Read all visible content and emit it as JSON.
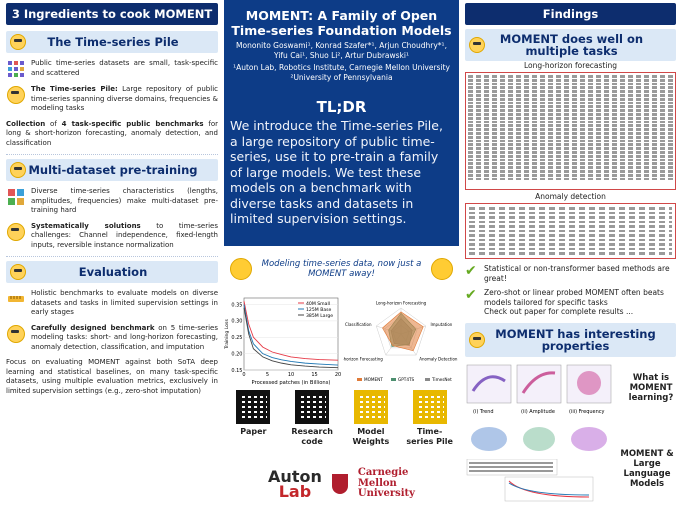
{
  "left": {
    "header": "3 Ingredients to cook MOMENT",
    "pile": {
      "heading": "The Time-series Pile",
      "p1": "Public time-series datasets are small, task-specific and scattered",
      "p2_bold": "The Time-series Pile:",
      "p2": " Large repository of public time-series spanning diverse domains, frequencies & modeling tasks",
      "p3_a": "Collection",
      "p3_b": " of ",
      "p3_c": "4 task-specific public benchmarks",
      "p3_d": " for long & short-horizon forecasting, anomaly detection, and classification"
    },
    "multi": {
      "heading": "Multi-dataset pre-training",
      "p1": "Diverse time-series characteristics (lengths, amplitudes, frequencies) make multi-dataset pre-training hard",
      "p2_bold": "Systematically solutions",
      "p2": " to time-series challenges: Channel independence, fixed-length inputs, reversible instance normalization"
    },
    "eval": {
      "heading": "Evaluation",
      "p1": "Holistic benchmarks to evaluate models on diverse datasets and tasks in limited supervision settings in early stages",
      "p2_bold": "Carefully designed benchmark",
      "p2": " on 5 time-series modeling tasks: short- and long-horizon forecasting, anomaly detection, classification, and imputation",
      "p3": "Focus on evaluating MOMENT against both SoTA deep learning and statistical baselines, on many task-specific datasets, using multiple evaluation metrics, exclusively in limited supervision settings (e.g., zero-shot imputation)"
    }
  },
  "mid": {
    "title": "MOMENT: A Family of Open Time-series Foundation Models",
    "authors": "Mononito Goswami¹, Konrad Szafer*¹, Arjun Choudhry*¹, Yifu Cai¹, Shuo Li², Artur Dubrawski¹",
    "affiliations": "¹Auton Lab, Robotics Institute, Carnegie Mellon University ²University of Pennsylvania",
    "tldr_label": "TL;DR",
    "tldr": "We introduce the Time-series Pile, a large repository of public time-series, use it to pre-train a family of large models. We test these models on a benchmark with diverse tasks and datasets in limited supervision settings.",
    "quote": "Modeling time-series data, now just a MOMENT away!",
    "qr_labels": [
      "Paper",
      "Research code",
      "Model Weights",
      "Time-series Pile"
    ],
    "logo_auton_1": "Auton",
    "logo_auton_2": "Lab",
    "logo_cmu_1": "Carnegie",
    "logo_cmu_2": "Mellon",
    "logo_cmu_3": "University"
  },
  "chart_data": [
    {
      "type": "line",
      "title": "",
      "xlabel": "Processed patches (in Billions)",
      "ylabel": "Training Loss",
      "y_ticks": [
        "0.35",
        "0.30",
        "0.25",
        "0.20",
        "0.15"
      ],
      "x_ticks": [
        "0",
        "5",
        "10",
        "15",
        "20"
      ],
      "xlim": [
        0,
        20
      ],
      "ylim": [
        0.15,
        0.37
      ],
      "series": [
        {
          "name": "40M Small",
          "color": "#e63946",
          "x": [
            0,
            1,
            2,
            4,
            6,
            8,
            10,
            13,
            16,
            20
          ],
          "y": [
            0.36,
            0.29,
            0.25,
            0.22,
            0.205,
            0.197,
            0.19,
            0.185,
            0.182,
            0.18
          ]
        },
        {
          "name": "125M Base",
          "color": "#1f77b4",
          "x": [
            0,
            1,
            2,
            4,
            6,
            8,
            10,
            13,
            16,
            20
          ],
          "y": [
            0.35,
            0.27,
            0.23,
            0.2,
            0.188,
            0.181,
            0.176,
            0.171,
            0.168,
            0.165
          ]
        },
        {
          "name": "385M Large",
          "color": "#444444",
          "x": [
            0,
            1,
            2,
            4,
            6,
            8,
            10,
            13,
            16,
            20
          ],
          "y": [
            0.34,
            0.26,
            0.215,
            0.19,
            0.178,
            0.171,
            0.166,
            0.162,
            0.159,
            0.157
          ]
        }
      ],
      "legend": "top-right"
    },
    {
      "type": "radar",
      "axes": [
        "Long-horizon Forecasting",
        "Imputation",
        "Anomaly Detection",
        "Short-horizon Forecasting",
        "Classification"
      ],
      "series": [
        {
          "name": "MOMENT",
          "color": "#e07b39",
          "values": [
            0.85,
            0.9,
            0.8,
            0.55,
            0.75
          ]
        },
        {
          "name": "GPT4TS",
          "color": "#4d8f6f",
          "values": [
            0.8,
            0.6,
            0.5,
            0.6,
            0.5
          ]
        },
        {
          "name": "TimesNet",
          "color": "#8a8a8a",
          "values": [
            0.6,
            0.45,
            0.55,
            0.45,
            0.4
          ]
        }
      ],
      "legend": "bottom"
    }
  ],
  "right": {
    "header": "Findings",
    "f1_heading": "MOMENT does well on multiple tasks",
    "lh_caption": "Long-horizon forecasting",
    "ad_caption": "Anomaly detection",
    "checks": [
      "Statistical or non-transformer based methods are great!",
      "Zero-shot or linear probed MOMENT often beats models tailored for specific tasks"
    ],
    "check_extra": "Check out paper for complete results ...",
    "f2_heading": "MOMENT has interesting properties",
    "fig_caps": [
      "(i) Trend",
      "(ii) Amplitude",
      "(iii) Frequency"
    ],
    "q1": "What is MOMENT learning?",
    "q2": "MOMENT & Large Language Models"
  }
}
